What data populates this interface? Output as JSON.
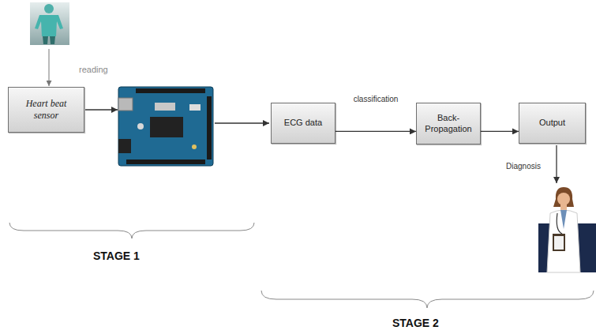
{
  "diagram": {
    "nodes": [
      {
        "text": [
          "Heart beat sensor"
        ]
      },
      {
        "text": [
          "ECG data"
        ]
      },
      {
        "text": [
          "Back-Propagation"
        ]
      },
      {
        "text": [
          "Output"
        ]
      }
    ],
    "edges": [
      {
        "from": 1,
        "to": 2,
        "arrow": "to",
        "label": "classification"
      },
      {
        "from": 2,
        "to": 3,
        "arrow": "to"
      }
    ],
    "labels": [
      "reading",
      "Diagnosis",
      "STAGE 1",
      "STAGE 2"
    ]
  }
}
